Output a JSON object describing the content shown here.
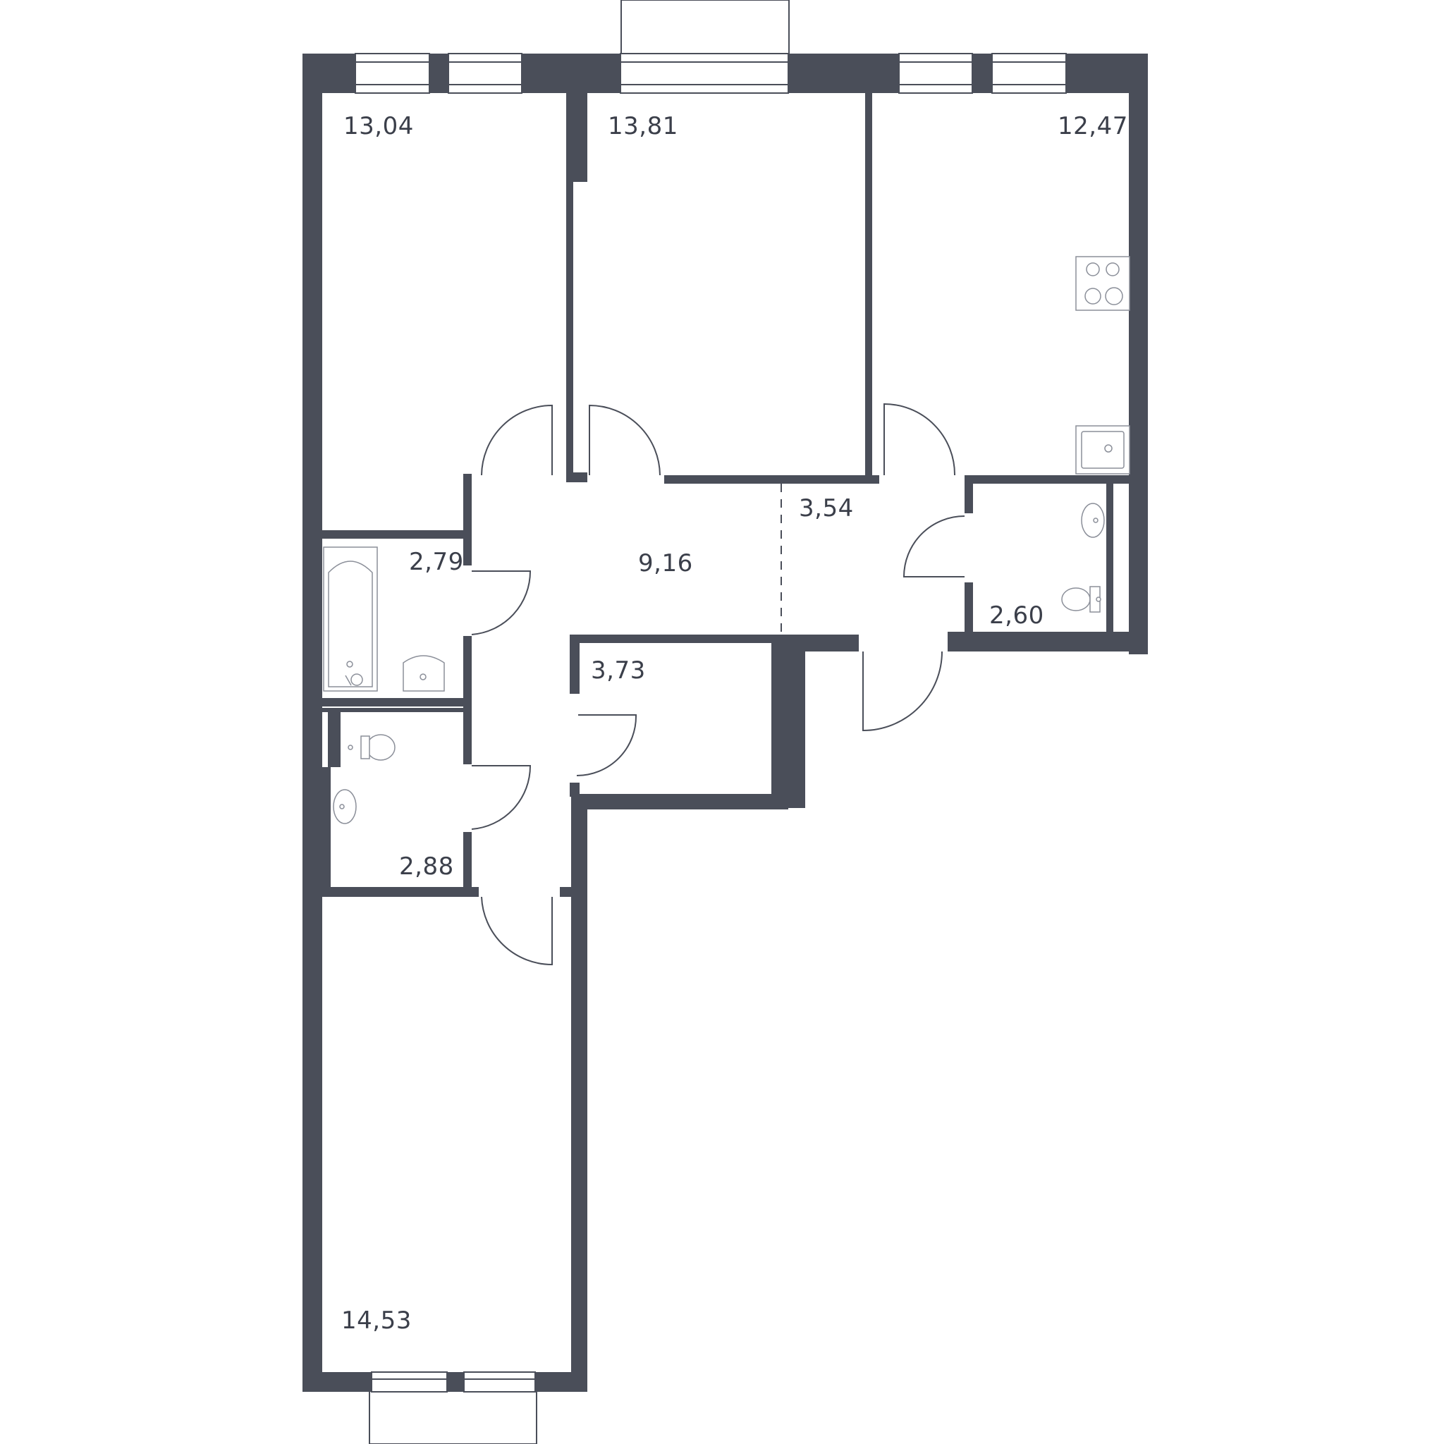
{
  "rooms": [
    {
      "id": "bedroom-left-top",
      "area": "13,04"
    },
    {
      "id": "bedroom-middle",
      "area": "13,81"
    },
    {
      "id": "kitchen",
      "area": "12,47"
    },
    {
      "id": "bathroom",
      "area": "2,79"
    },
    {
      "id": "hall",
      "area": "9,16"
    },
    {
      "id": "corridor",
      "area": "3,54"
    },
    {
      "id": "wc-right",
      "area": "2,60"
    },
    {
      "id": "storage",
      "area": "3,73"
    },
    {
      "id": "wc-left",
      "area": "2,88"
    },
    {
      "id": "living-room",
      "area": "14,53"
    }
  ],
  "colors": {
    "wall": "#4a4e59",
    "text": "#3b3f4a",
    "background": "#ffffff"
  }
}
